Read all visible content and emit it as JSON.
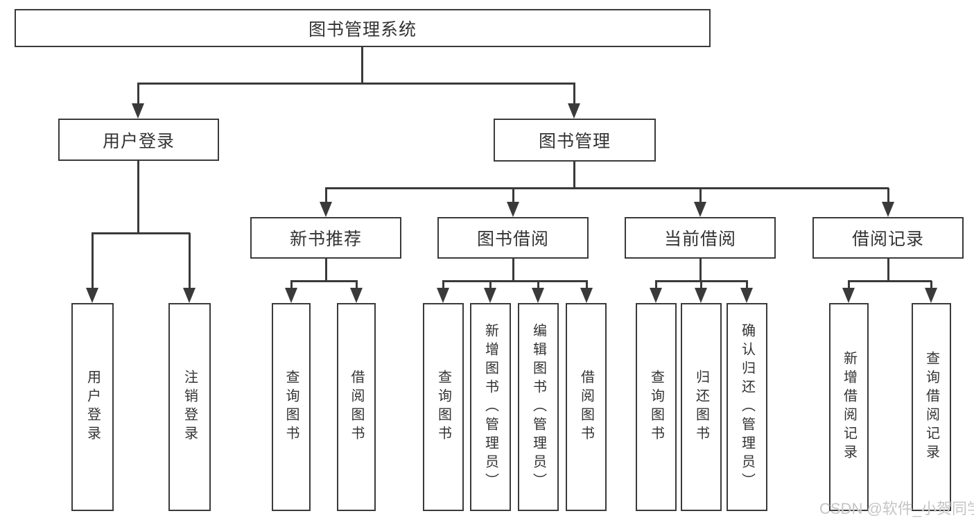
{
  "root": {
    "label": "图书管理系统"
  },
  "branches": {
    "user": {
      "label": "用户登录",
      "leaves": [
        {
          "label": "用户登录"
        },
        {
          "label": "注销登录"
        }
      ]
    },
    "books": {
      "label": "图书管理",
      "groups": [
        {
          "label": "新书推荐",
          "leaves": [
            {
              "label": "查询图书"
            },
            {
              "label": "借阅图书"
            }
          ]
        },
        {
          "label": "图书借阅",
          "leaves": [
            {
              "label": "查询图书"
            },
            {
              "label": "新增图书（管理员）"
            },
            {
              "label": "编辑图书（管理员）"
            },
            {
              "label": "借阅图书"
            }
          ]
        },
        {
          "label": "当前借阅",
          "leaves": [
            {
              "label": "查询图书"
            },
            {
              "label": "归还图书"
            },
            {
              "label": "确认归还（管理员）"
            }
          ]
        },
        {
          "label": "借阅记录",
          "leaves": [
            {
              "label": "新增借阅记录"
            },
            {
              "label": "查询借阅记录"
            }
          ]
        }
      ]
    }
  },
  "watermark": {
    "text": "CSDN @软件_小贺同学"
  },
  "colors": {
    "line": "#3a3a3a",
    "text": "#333333",
    "watermark": "#c5c5c5",
    "background": "#ffffff"
  }
}
